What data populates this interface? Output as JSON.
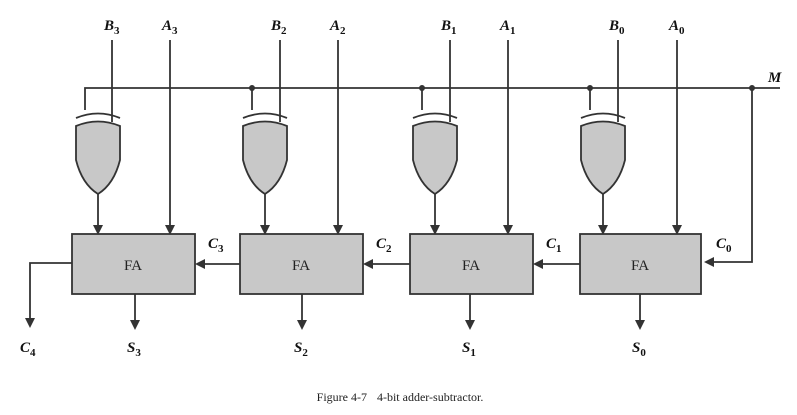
{
  "caption": {
    "figure": "Figure 4-7",
    "text": "4-bit adder-subtractor."
  },
  "labels": {
    "mode": {
      "base": "M",
      "sub": ""
    },
    "b_inputs": [
      {
        "base": "B",
        "sub": "3"
      },
      {
        "base": "B",
        "sub": "2"
      },
      {
        "base": "B",
        "sub": "1"
      },
      {
        "base": "B",
        "sub": "0"
      }
    ],
    "a_inputs": [
      {
        "base": "A",
        "sub": "3"
      },
      {
        "base": "A",
        "sub": "2"
      },
      {
        "base": "A",
        "sub": "1"
      },
      {
        "base": "A",
        "sub": "0"
      }
    ],
    "sums": [
      {
        "base": "S",
        "sub": "3"
      },
      {
        "base": "S",
        "sub": "2"
      },
      {
        "base": "S",
        "sub": "1"
      },
      {
        "base": "S",
        "sub": "0"
      }
    ],
    "carries": [
      {
        "base": "C",
        "sub": "3"
      },
      {
        "base": "C",
        "sub": "2"
      },
      {
        "base": "C",
        "sub": "1"
      },
      {
        "base": "C",
        "sub": "0"
      }
    ],
    "carry_out": {
      "base": "C",
      "sub": "4"
    }
  },
  "adders": [
    {
      "label": "FA"
    },
    {
      "label": "FA"
    },
    {
      "label": "FA"
    },
    {
      "label": "FA"
    }
  ],
  "colors": {
    "block_fill": "#c8c8c8",
    "line": "#333333"
  }
}
